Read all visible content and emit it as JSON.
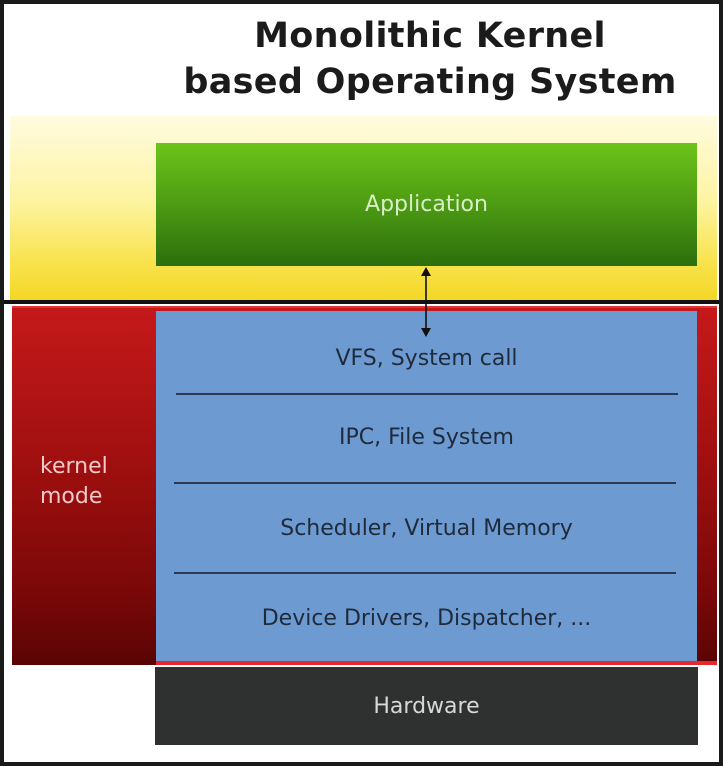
{
  "title": {
    "line1": "Monolithic Kernel",
    "line2": "based Operating System"
  },
  "user_space": {
    "application_label": "Application",
    "band_color": "#f8e24a",
    "box_color": "#4d9b13"
  },
  "kernel_space": {
    "mode_label_line1": "kernel",
    "mode_label_line2": "mode",
    "band_color": "#a31010",
    "box_color": "#6d9bd1",
    "layers": [
      "VFS, System call",
      "IPC, File System",
      "Scheduler, Virtual Memory",
      "Device Drivers, Dispatcher, ..."
    ]
  },
  "hardware": {
    "label": "Hardware",
    "color": "#2f3131"
  },
  "connector": {
    "type": "double-arrow",
    "icon": "double-arrow-icon"
  }
}
